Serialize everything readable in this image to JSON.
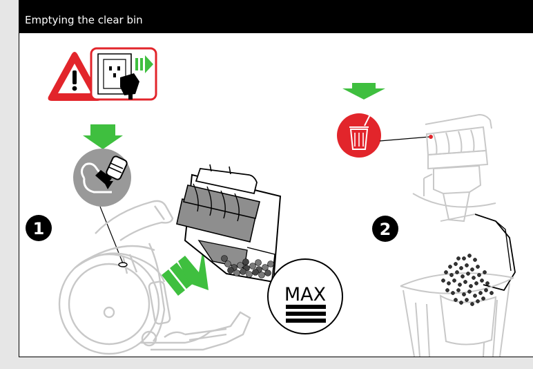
{
  "header": {
    "title": "Emptying the clear bin"
  },
  "steps": [
    {
      "number": "1"
    },
    {
      "number": "2"
    }
  ],
  "max_indicator": {
    "label": "MAX"
  },
  "colors": {
    "header_bg": "#000000",
    "warning_red": "#e2252b",
    "arrow_green": "#3fbf3f",
    "outline_gray": "#c8c8c8",
    "bin_gray": "#8e8e8e",
    "circle_gray": "#999999"
  },
  "icons": [
    "warning-icon",
    "unplug-icon",
    "trash-bin-icon",
    "clip-release-icon",
    "down-arrow-icon",
    "tilt-arrow-icon"
  ]
}
